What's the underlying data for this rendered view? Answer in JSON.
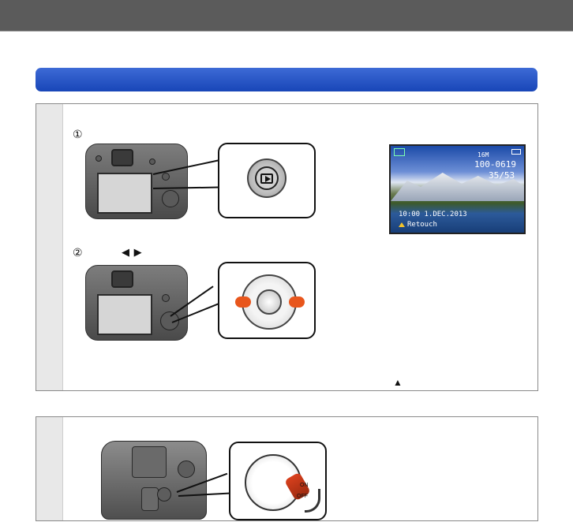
{
  "step1": {
    "substep1_marker": "①",
    "substep2_marker": "②",
    "arrow_keys": "◀ ▶",
    "up_arrow": "▲"
  },
  "preview_screen": {
    "file_number": "100-0619",
    "count": "35/53",
    "timestamp": "10:00  1.DEC.2013",
    "retouch_label": "Retouch",
    "size_badge": "16M"
  },
  "power_switch": {
    "on_label": "ON",
    "off_label": "OFF"
  },
  "colors": {
    "title_bar": "#5b5b5b",
    "section_bar": "#2a58c8",
    "highlight": "#e8561c"
  },
  "icons": [
    "playback-button-icon",
    "cursor-arrows-icon",
    "up-arrow-icon",
    "retouch-triangle-icon",
    "power-lever-icon"
  ]
}
